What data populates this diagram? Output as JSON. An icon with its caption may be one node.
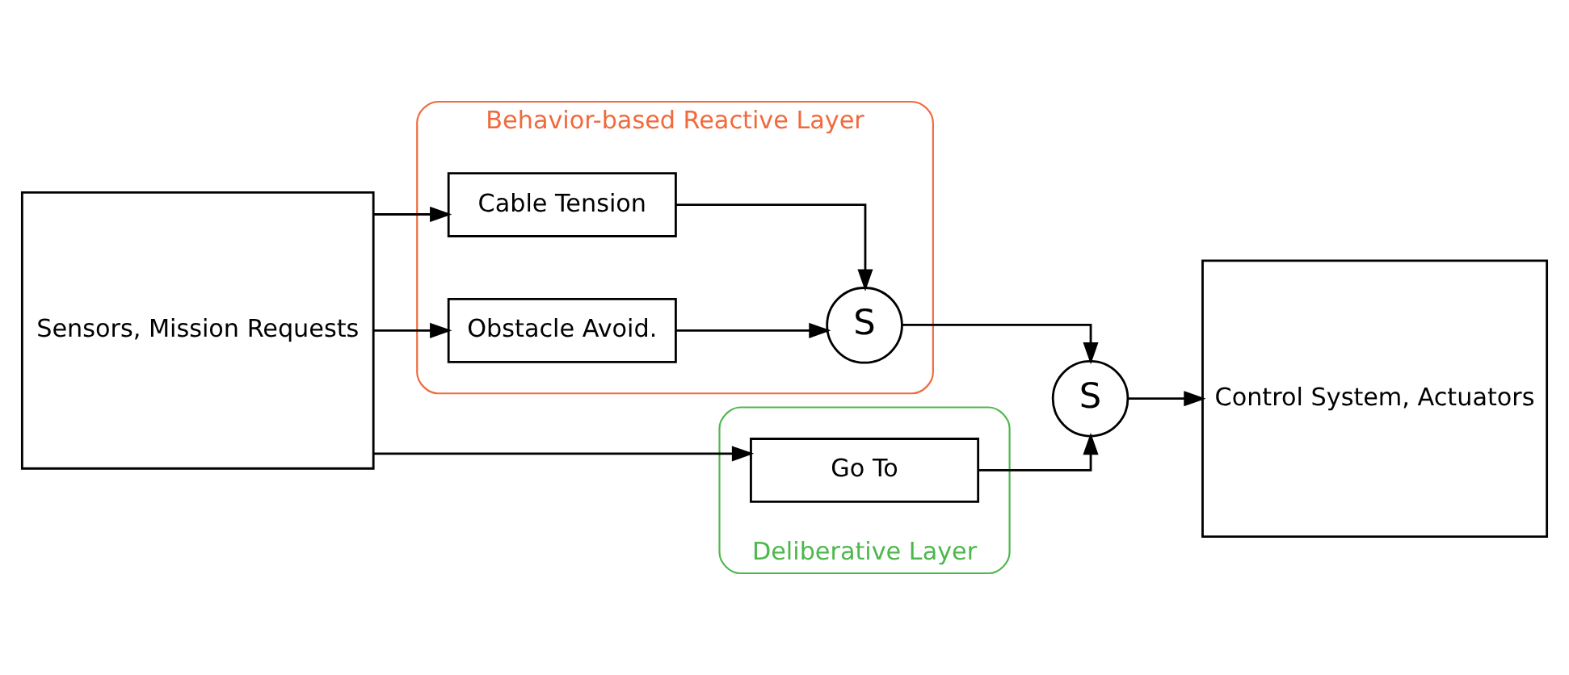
{
  "diagram": {
    "nodes": [
      {
        "text": [
          "Sensors, Mission Requests"
        ]
      },
      {
        "text": [
          "Behavior-based Reactive Layer"
        ]
      },
      {
        "text": [
          "Cable Tension"
        ],
        "in": 1
      },
      {
        "text": [
          "Obstacle Avoid."
        ],
        "in": 1
      },
      {
        "text": [
          "S"
        ],
        "in": 1
      },
      {
        "text": [
          "Deliberative Layer"
        ]
      },
      {
        "text": [
          "Go To"
        ],
        "in": 5
      },
      {
        "text": [
          "S"
        ]
      },
      {
        "text": [
          "Control System, Actuators"
        ]
      }
    ],
    "edges": [
      {
        "from": 0,
        "to": 2,
        "arrow": "to"
      },
      {
        "from": 0,
        "to": 3,
        "arrow": "to"
      },
      {
        "from": 0,
        "to": 6,
        "arrow": "to"
      },
      {
        "from": 2,
        "to": 4,
        "arrow": "to"
      },
      {
        "from": 3,
        "to": 4,
        "arrow": "to"
      },
      {
        "from": 4,
        "to": 7,
        "arrow": "to"
      },
      {
        "from": 6,
        "to": 7,
        "arrow": "to"
      },
      {
        "from": 7,
        "to": 8,
        "arrow": "to"
      }
    ]
  }
}
